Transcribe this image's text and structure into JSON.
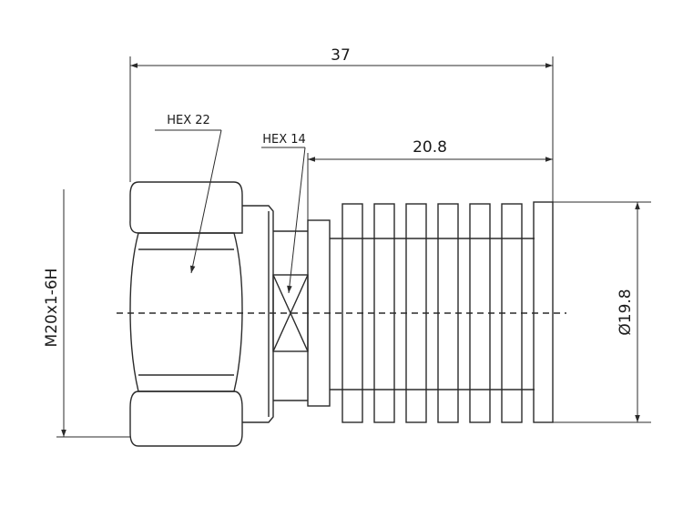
{
  "dimensions": {
    "overall_length": "37",
    "body_length": "20.8",
    "diameter": "Ø19.8",
    "thread": "M20x1-6H"
  },
  "callouts": {
    "hex_large": "HEX 22",
    "hex_small": "HEX 14"
  }
}
